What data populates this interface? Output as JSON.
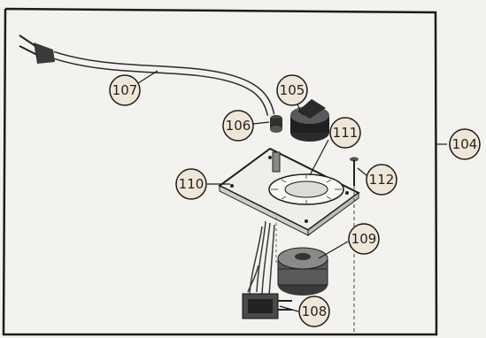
{
  "figure": {
    "parts": {
      "frame": "104",
      "dial_knob": "105",
      "shaft_bushing": "106",
      "power_cord": "107",
      "connector_plug": "108",
      "rotary_switch": "109",
      "mounting_plate": "110",
      "dial_plate": "111",
      "screw": "112"
    }
  },
  "colors": {
    "paper": "#f3f2ee",
    "ink": "#1c1c1c",
    "callout_fill": "#efe6d8"
  }
}
